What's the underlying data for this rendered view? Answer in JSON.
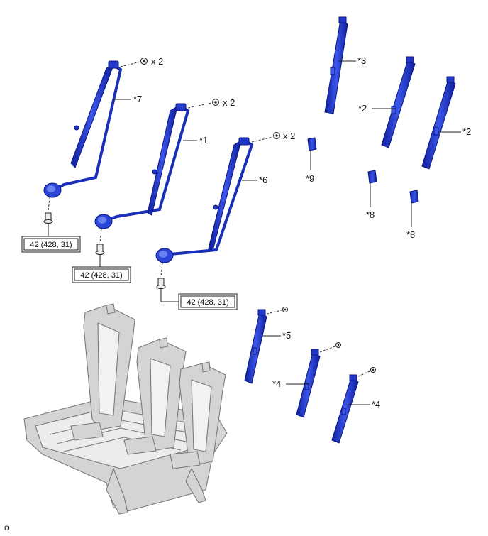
{
  "callouts": {
    "c1": "*1",
    "c2a": "*2",
    "c2b": "*2",
    "c3": "*3",
    "c4a": "*4",
    "c4b": "*4",
    "c5": "*5",
    "c6": "*6",
    "c7": "*7",
    "c8a": "*8",
    "c8b": "*8",
    "c9": "*9"
  },
  "quantities": {
    "q7": "x 2",
    "q1": "x 2",
    "q6": "x 2"
  },
  "torque": {
    "t7": "42 (428, 31)",
    "t1": "42 (428, 31)",
    "t6": "42 (428, 31)"
  },
  "corner_text": "o",
  "colors": {
    "part_blue": "#1a2fb8",
    "part_blue_light": "#4a63e0",
    "frame_gray": "#c9c9c9",
    "frame_stroke": "#7d7d7d"
  }
}
